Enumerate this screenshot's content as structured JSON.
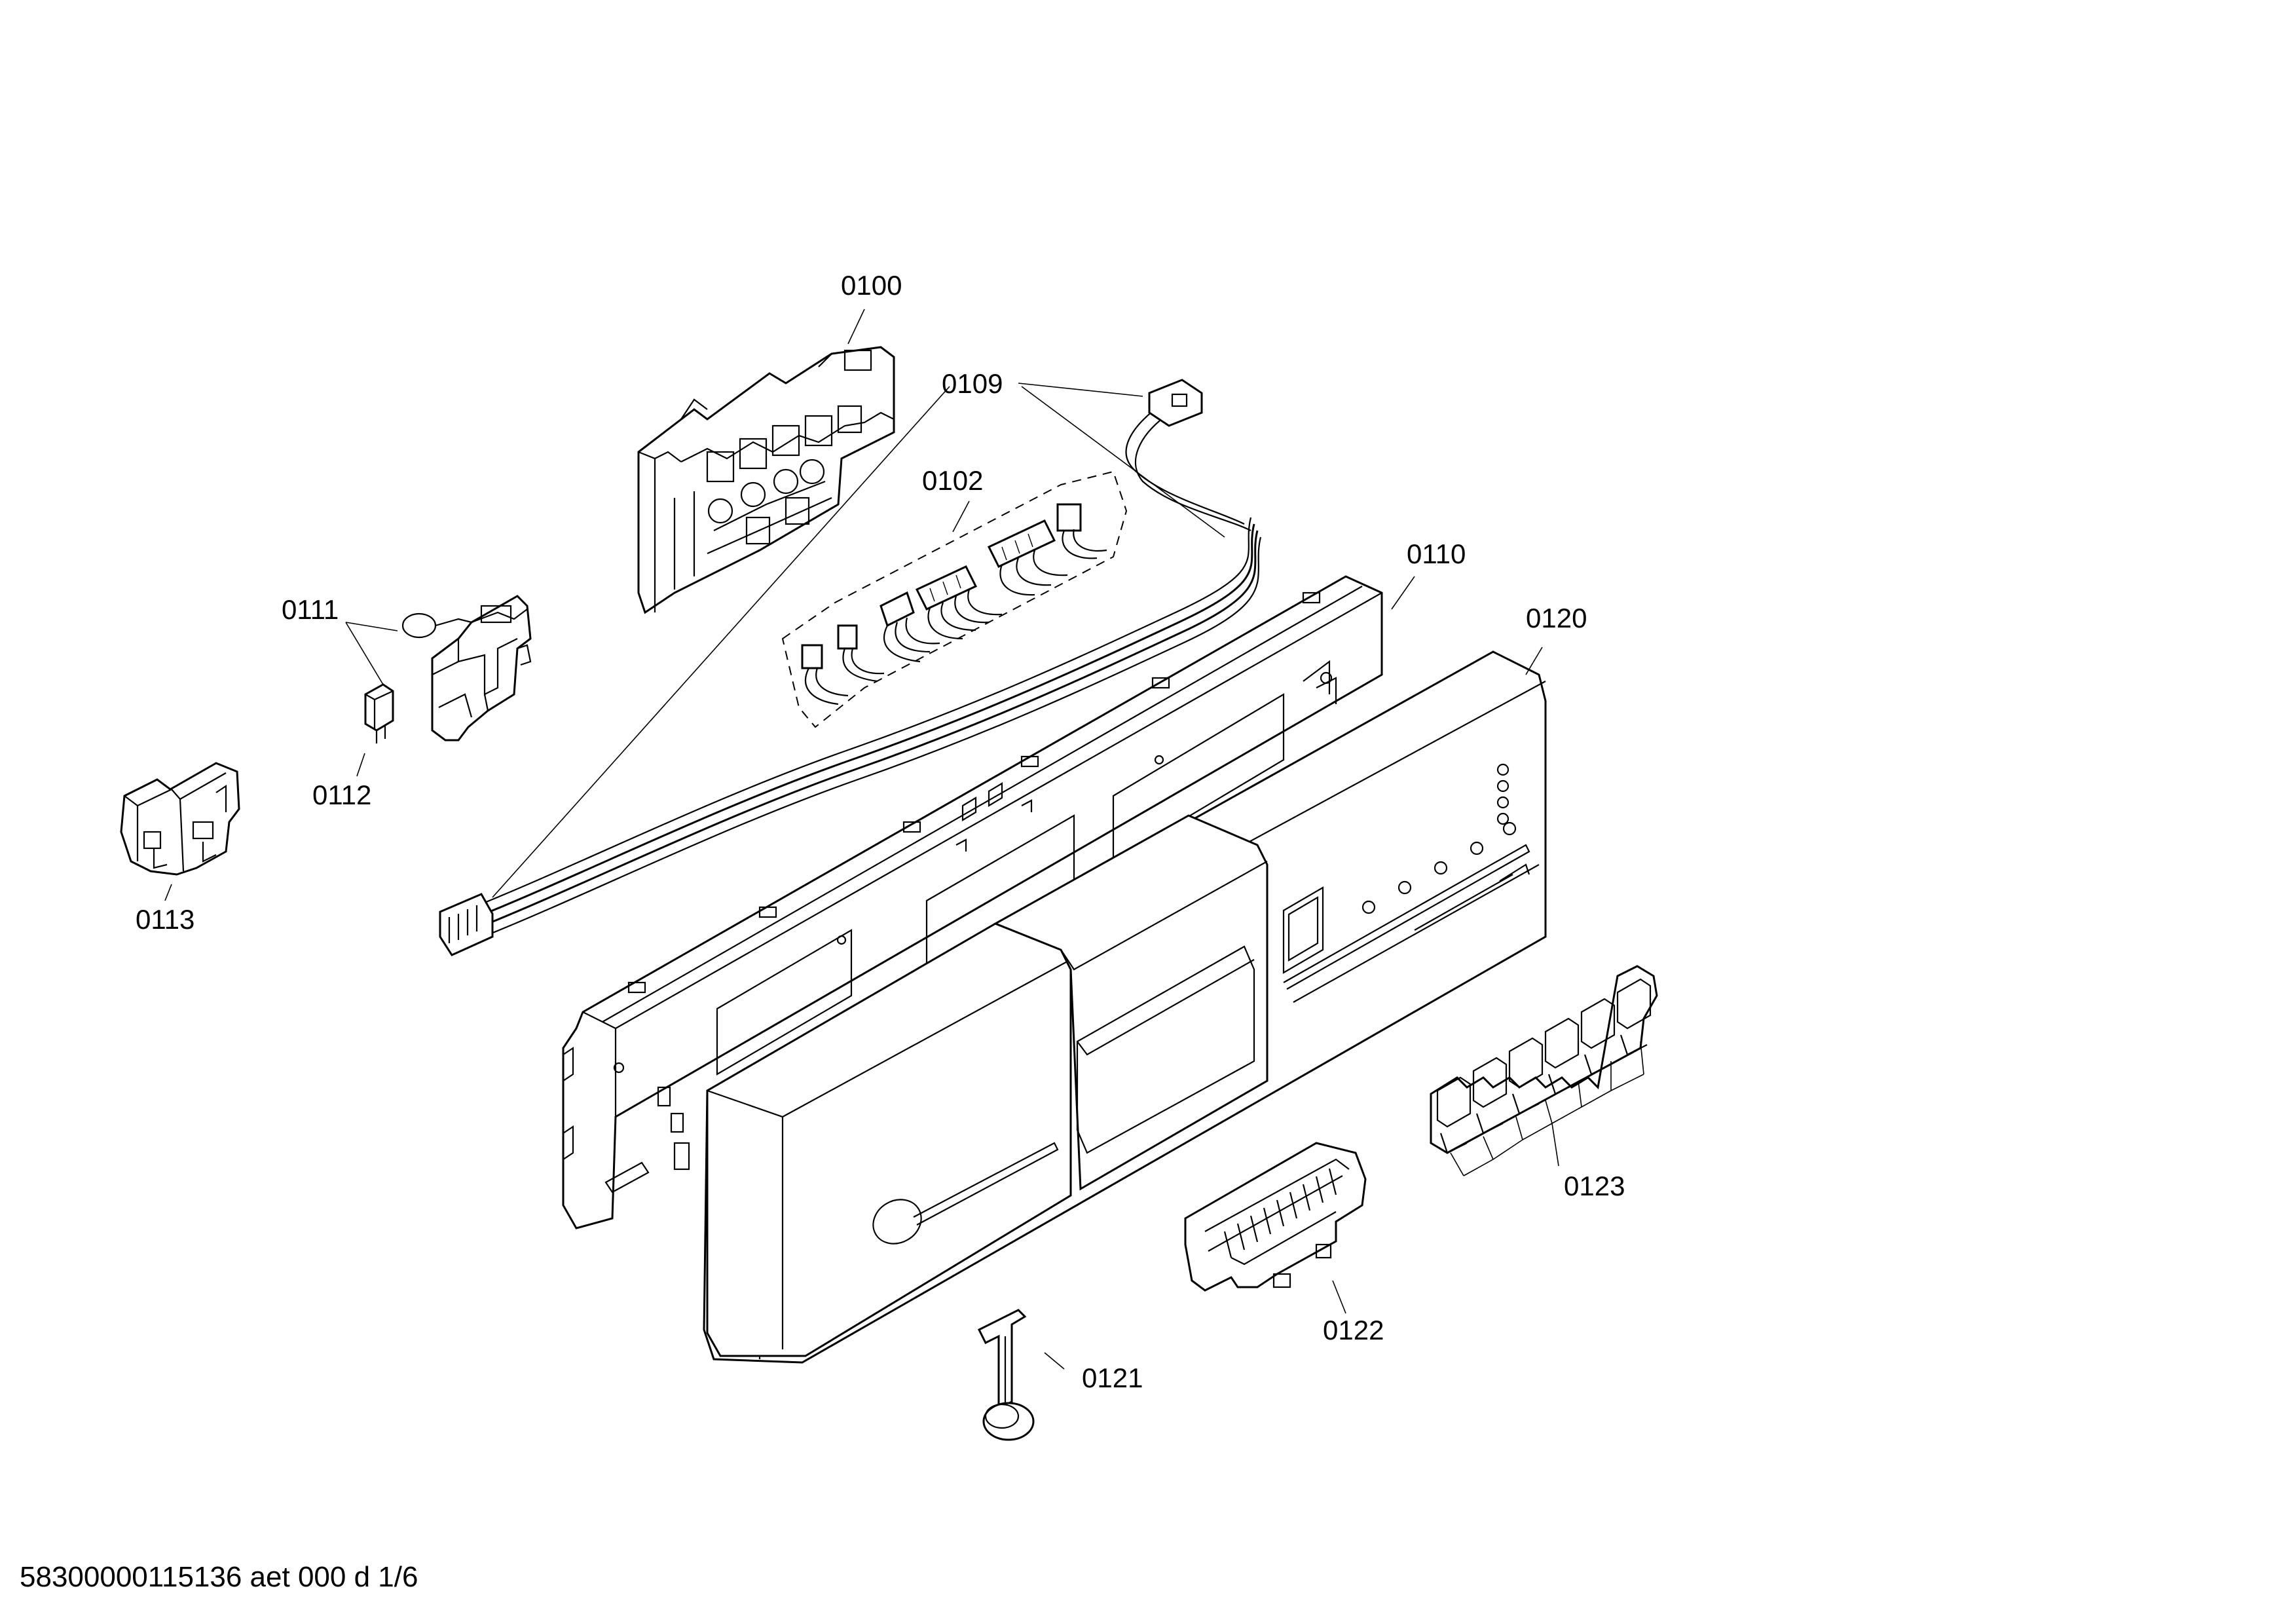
{
  "parts": [
    {
      "id": "part-0100",
      "label": "0100"
    },
    {
      "id": "part-0109",
      "label": "0109"
    },
    {
      "id": "part-0102",
      "label": "0102"
    },
    {
      "id": "part-0110",
      "label": "0110"
    },
    {
      "id": "part-0120",
      "label": "0120"
    },
    {
      "id": "part-0111",
      "label": "0111"
    },
    {
      "id": "part-0112",
      "label": "0112"
    },
    {
      "id": "part-0113",
      "label": "0113"
    },
    {
      "id": "part-0121",
      "label": "0121"
    },
    {
      "id": "part-0122",
      "label": "0122"
    },
    {
      "id": "part-0123",
      "label": "0123"
    }
  ],
  "footer": {
    "document_id": "58300000115136 aet 000 d 1/6"
  }
}
